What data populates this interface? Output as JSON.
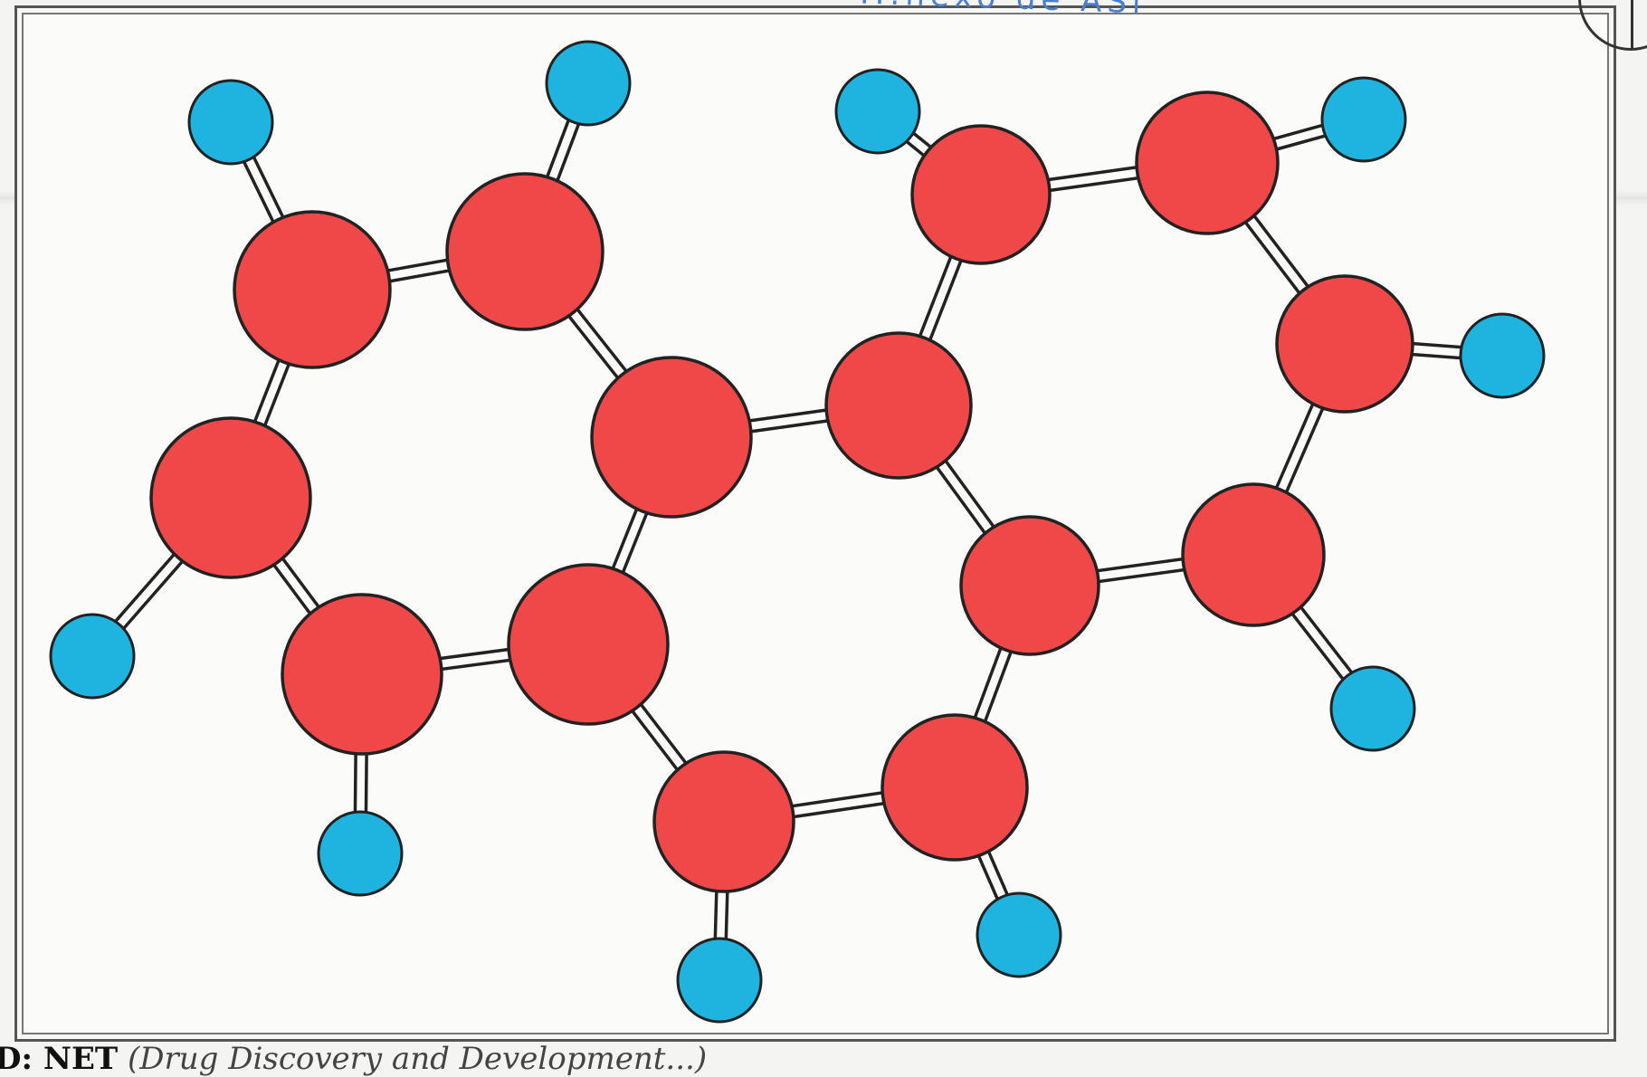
{
  "worksheet": {
    "handwritten_note": "...nexo de ASi",
    "caption_bold": "D: NET",
    "caption_italic": "(Drug Discovery and Development...)"
  },
  "molecule": {
    "carbon_color": "#f04848",
    "hydrogen_color": "#1fb4e0",
    "outline_color": "#222222",
    "bond_color": "#222222"
  }
}
